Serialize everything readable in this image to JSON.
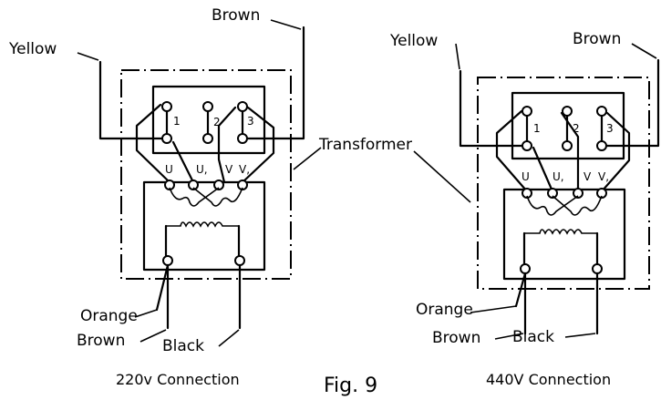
{
  "wires": {
    "yellow": "Yellow",
    "brown": "Brown",
    "orange": "Orange",
    "black": "Black"
  },
  "transformer_label": "Transformer",
  "terminals": {
    "t1": "1",
    "t2": "2",
    "t3": "3"
  },
  "coil_terminals": {
    "u": "U",
    "u1": "U,",
    "v": "V",
    "v1": "V,"
  },
  "captions": {
    "left": "220v Connection",
    "right": "440V Connection",
    "figure": "Fig. 9"
  }
}
